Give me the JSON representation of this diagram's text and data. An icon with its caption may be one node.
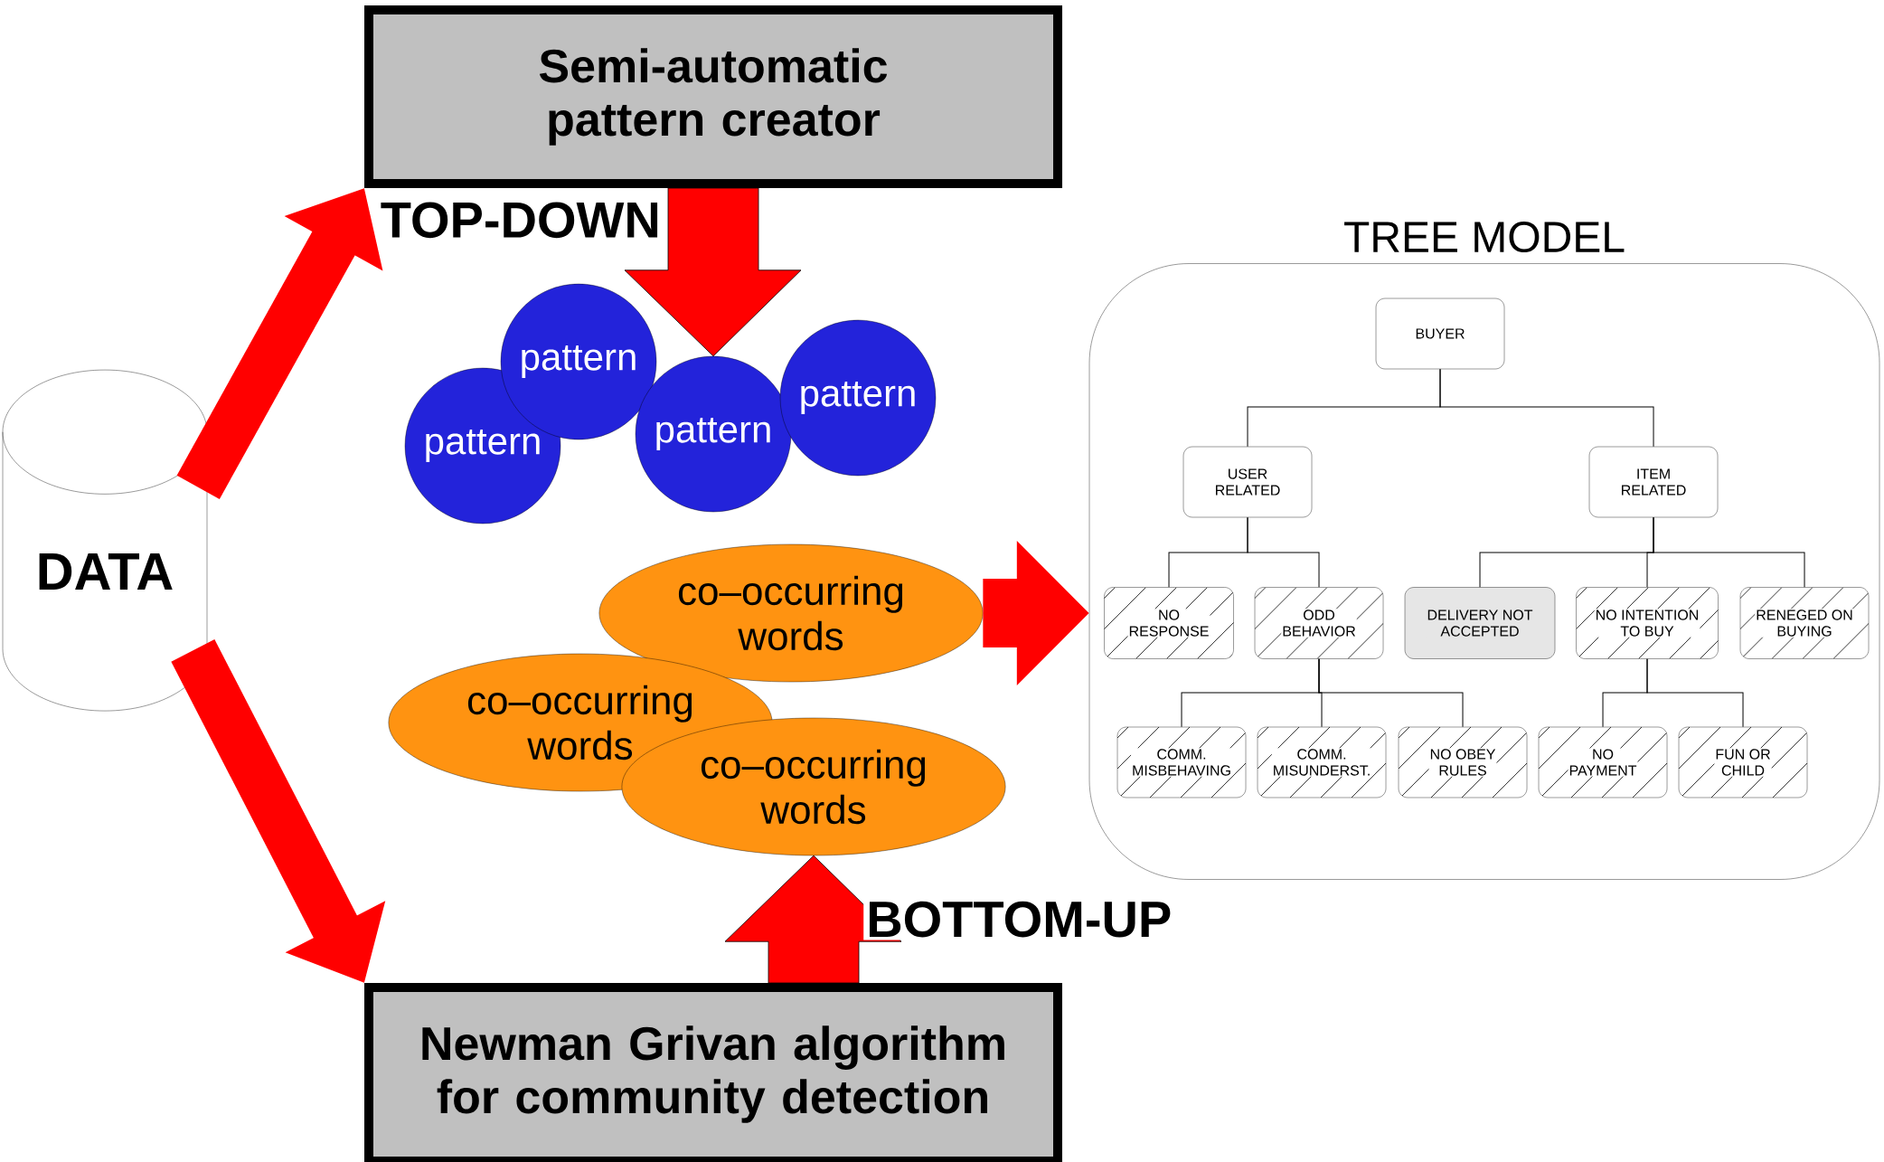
{
  "diagram": {
    "nodes": [
      {
        "text": [
          "DATA"
        ]
      },
      {
        "text": [
          "Semi-automatic pattern creator"
        ]
      },
      {
        "text": [
          "Newman Grivan algorithm for community detection"
        ]
      },
      {
        "text": [
          "pattern"
        ]
      },
      {
        "text": [
          "pattern"
        ]
      },
      {
        "text": [
          "pattern"
        ]
      },
      {
        "text": [
          "pattern"
        ]
      },
      {
        "text": [
          "co–occurring words"
        ]
      },
      {
        "text": [
          "co–occurring words"
        ]
      },
      {
        "text": [
          "co–occurring words"
        ]
      },
      {
        "text": [
          "TREE MODEL"
        ]
      },
      {
        "text": [
          "BUYER"
        ],
        "in": 10
      },
      {
        "text": [
          "USER RELATED"
        ],
        "in": 10
      },
      {
        "text": [
          "ITEM RELATED"
        ],
        "in": 10
      },
      {
        "text": [
          "NO RESPONSE"
        ],
        "in": 10
      },
      {
        "text": [
          "ODD BEHAVIOR"
        ],
        "in": 10
      },
      {
        "text": [
          "DELIVERY NOT ACCEPTED"
        ],
        "in": 10
      },
      {
        "text": [
          "NO INTENTION TO BUY"
        ],
        "in": 10
      },
      {
        "text": [
          "RENEGED ON BUYING"
        ],
        "in": 10
      },
      {
        "text": [
          "COMM. MISBEHAVING"
        ],
        "in": 10
      },
      {
        "text": [
          "COMM. MISUNDERST."
        ],
        "in": 10
      },
      {
        "text": [
          "NO OBEY RULES"
        ],
        "in": 10
      },
      {
        "text": [
          "NO PAYMENT"
        ],
        "in": 10
      },
      {
        "text": [
          "FUN OR CHILD"
        ],
        "in": 10
      }
    ],
    "edges": [
      {
        "from": 0,
        "to": 1,
        "arrow": "to",
        "style": "thick",
        "color": "#ff0000"
      },
      {
        "from": 0,
        "to": 2,
        "arrow": "to",
        "style": "thick",
        "color": "#ff0000"
      },
      {
        "from": 1,
        "to": 5,
        "arrow": "to",
        "style": "thick",
        "color": "#ff0000",
        "label": "TOP-DOWN"
      },
      {
        "from": 2,
        "to": 9,
        "arrow": "to",
        "style": "thick",
        "color": "#ff0000",
        "label": "BOTTOM-UP"
      },
      {
        "from": 7,
        "to": 10,
        "arrow": "to",
        "style": "thick",
        "color": "#ff0000"
      },
      {
        "from": 11,
        "to": 12,
        "arrow": "none"
      },
      {
        "from": 11,
        "to": 13,
        "arrow": "none"
      },
      {
        "from": 12,
        "to": 14,
        "arrow": "none"
      },
      {
        "from": 12,
        "to": 15,
        "arrow": "none"
      },
      {
        "from": 13,
        "to": 16,
        "arrow": "none"
      },
      {
        "from": 13,
        "to": 17,
        "arrow": "none"
      },
      {
        "from": 13,
        "to": 18,
        "arrow": "none"
      },
      {
        "from": 15,
        "to": 19,
        "arrow": "none"
      },
      {
        "from": 15,
        "to": 20,
        "arrow": "none"
      },
      {
        "from": 15,
        "to": 21,
        "arrow": "none"
      },
      {
        "from": 17,
        "to": 22,
        "arrow": "none"
      },
      {
        "from": 17,
        "to": 23,
        "arrow": "none"
      }
    ]
  }
}
